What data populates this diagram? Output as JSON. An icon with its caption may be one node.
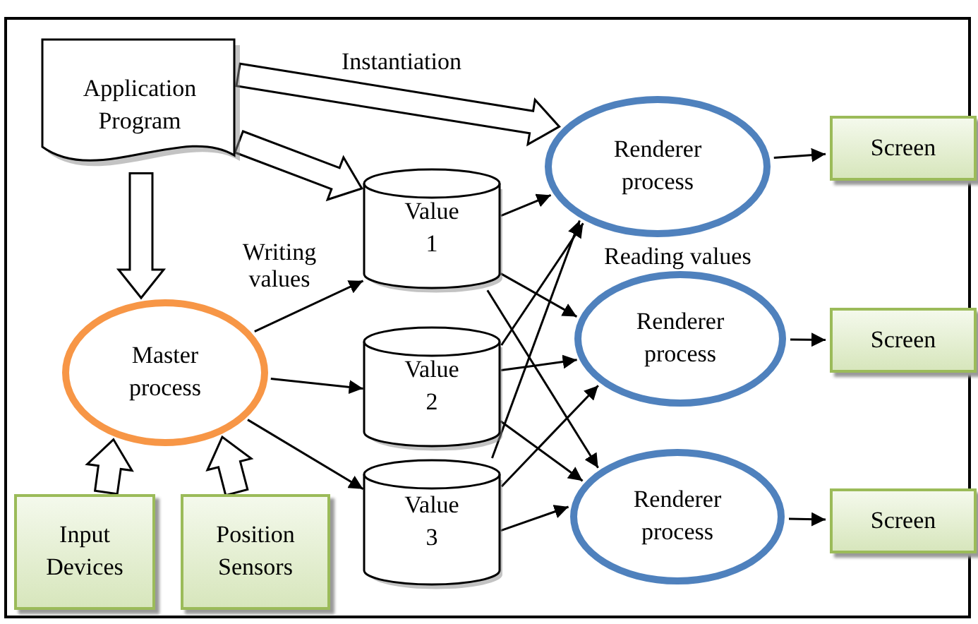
{
  "diagram": {
    "nodes": [
      {
        "text": [
          "Application Program"
        ]
      },
      {
        "text": [
          "Master process"
        ]
      },
      {
        "text": [
          "Input Devices"
        ]
      },
      {
        "text": [
          "Position Sensors"
        ]
      },
      {
        "text": [
          "Value 1"
        ]
      },
      {
        "text": [
          "Value 2"
        ]
      },
      {
        "text": [
          "Value 3"
        ]
      },
      {
        "text": [
          "Renderer process"
        ]
      },
      {
        "text": [
          "Renderer process"
        ]
      },
      {
        "text": [
          "Renderer process"
        ]
      },
      {
        "text": [
          "Screen"
        ]
      },
      {
        "text": [
          "Screen"
        ]
      },
      {
        "text": [
          "Screen"
        ]
      }
    ],
    "edges": [
      {
        "from": 0,
        "to": 7,
        "arrow": "to",
        "label": "Instantiation",
        "style": "thick"
      },
      {
        "from": 0,
        "to": 4,
        "arrow": "to",
        "style": "thick"
      },
      {
        "from": 0,
        "to": 1,
        "arrow": "to",
        "style": "thick"
      },
      {
        "from": 2,
        "to": 1,
        "arrow": "to",
        "style": "thick"
      },
      {
        "from": 3,
        "to": 1,
        "arrow": "to",
        "style": "thick"
      },
      {
        "from": 1,
        "to": 4,
        "arrow": "to",
        "label": "Writing values"
      },
      {
        "from": 1,
        "to": 5,
        "arrow": "to"
      },
      {
        "from": 1,
        "to": 6,
        "arrow": "to"
      },
      {
        "from": 4,
        "to": 7,
        "arrow": "to"
      },
      {
        "from": 4,
        "to": 8,
        "arrow": "to"
      },
      {
        "from": 4,
        "to": 9,
        "arrow": "to"
      },
      {
        "from": 5,
        "to": 7,
        "arrow": "to"
      },
      {
        "from": 5,
        "to": 8,
        "arrow": "to"
      },
      {
        "from": 5,
        "to": 9,
        "arrow": "to"
      },
      {
        "from": 6,
        "to": 7,
        "arrow": "to"
      },
      {
        "from": 6,
        "to": 8,
        "arrow": "to"
      },
      {
        "from": 6,
        "to": 9,
        "arrow": "to"
      },
      {
        "from": 7,
        "to": 10,
        "arrow": "to"
      },
      {
        "from": 8,
        "to": 11,
        "arrow": "to"
      },
      {
        "from": 9,
        "to": 12,
        "arrow": "to"
      }
    ],
    "labels": [
      "Reading values"
    ]
  }
}
